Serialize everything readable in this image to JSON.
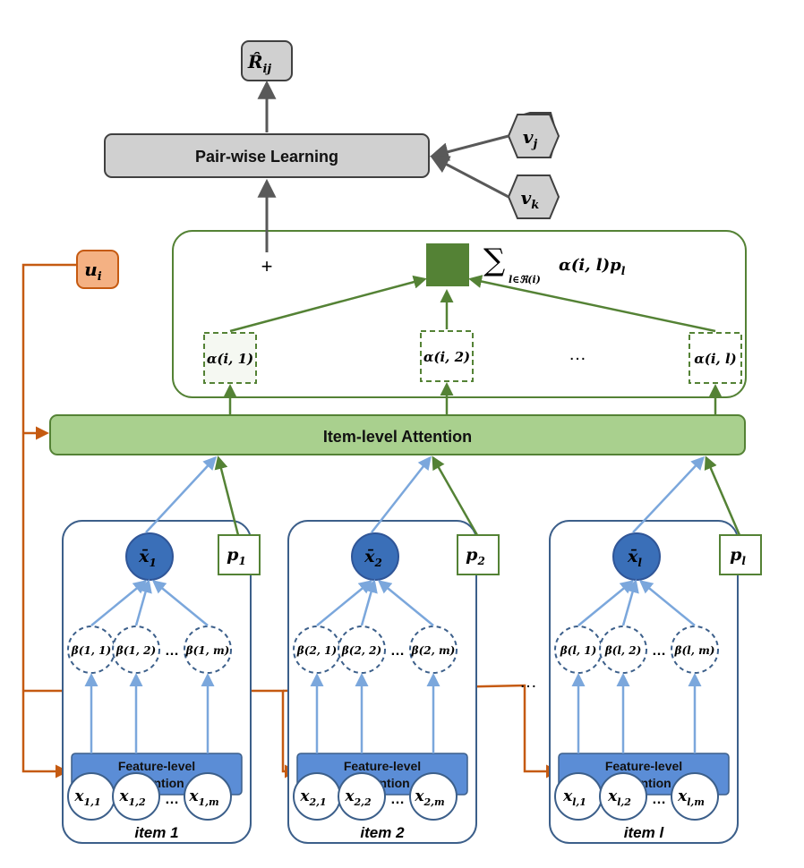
{
  "top": {
    "output_label": "R̂",
    "output_sub": "ij",
    "pairwise_label": "Pair-wise Learning",
    "vj_label": "v",
    "vj_sub": "j",
    "vk_label": "v",
    "vk_sub": "k"
  },
  "aggregation": {
    "plus": "+",
    "sum_symbol": "∑",
    "sum_sub": "l∈ℜ(i)",
    "sum_expr": "α(i, l)p",
    "sum_expr_sub": "l",
    "alphas": [
      "α(i, 1)",
      "α(i, 2)",
      "α(i, l)"
    ],
    "ellipsis": "…"
  },
  "user": {
    "label": "u",
    "sub": "i"
  },
  "item_attention_label": "Item-level Attention",
  "items": [
    {
      "xbar": "x̄",
      "xbar_sub": "1",
      "p": "p",
      "p_sub": "1",
      "betas": [
        "β(1, 1)",
        "β(1, 2)",
        "β(1, m)"
      ],
      "feat_line1": "Feature-level",
      "feat_line2": "Attention",
      "xs": [
        [
          "x",
          "1,1"
        ],
        [
          "x",
          "1,2"
        ],
        [
          "x",
          "1,m"
        ]
      ],
      "name": "item 1"
    },
    {
      "xbar": "x̄",
      "xbar_sub": "2",
      "p": "p",
      "p_sub": "2",
      "betas": [
        "β(2, 1)",
        "β(2, 2)",
        "β(2, m)"
      ],
      "feat_line1": "Feature-level",
      "feat_line2": "Attention",
      "xs": [
        [
          "x",
          "2,1"
        ],
        [
          "x",
          "2,2"
        ],
        [
          "x",
          "2,m"
        ]
      ],
      "name": "item 2"
    },
    {
      "xbar": "x̄",
      "xbar_sub": "l",
      "p": "p",
      "p_sub": "l",
      "betas": [
        "β(l, 1)",
        "β(l, 2)",
        "β(l, m)"
      ],
      "feat_line1": "Feature-level",
      "feat_line2": "Attention",
      "xs": [
        [
          "x",
          "l,1"
        ],
        [
          "x",
          "l,2"
        ],
        [
          "x",
          "l,m"
        ]
      ],
      "name": "item l"
    }
  ],
  "between_items_ellipsis": "…",
  "colors": {
    "gray_fill": "#d0d0d0",
    "gray_stroke": "#404040",
    "green_stroke": "#548235",
    "green_fill": "#a9d08e",
    "green_square": "#548235",
    "blue_stroke": "#3c5f8a",
    "blue_fill": "#5b8dd6",
    "blue_dark": "#3a6fb8",
    "orange_fill": "#f4b183",
    "orange_stroke": "#c55a11",
    "arrow_blue": "#7ba7dc",
    "arrow_gray": "#595959"
  }
}
